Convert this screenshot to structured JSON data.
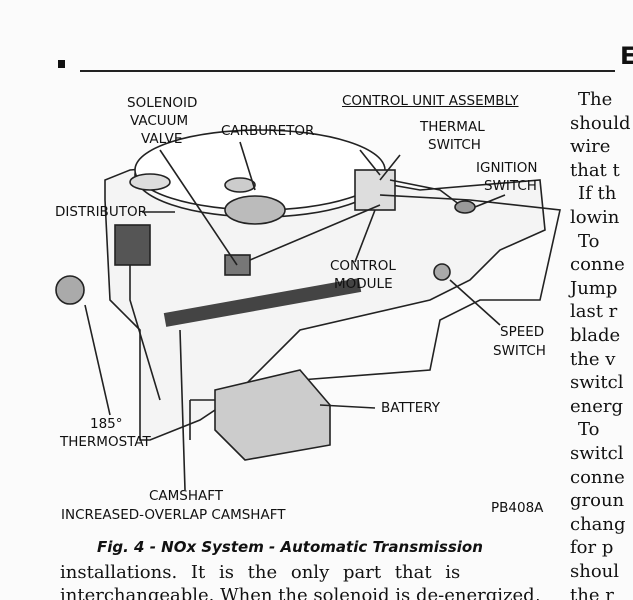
{
  "header": {
    "section_letter": "E"
  },
  "figure": {
    "labels": {
      "solenoid": "SOLENOID",
      "vacuum": "VACUUM",
      "valve": "VALVE",
      "carburetor": "CARBURETOR",
      "control_unit_assembly": "CONTROL UNIT ASSEMBLY",
      "thermal": "THERMAL",
      "thermal_switch": "SWITCH",
      "ignition": "IGNITION",
      "ignition_switch": "SWITCH",
      "distributor": "DISTRIBUTOR",
      "control": "CONTROL",
      "module": "MODULE",
      "speed": "SPEED",
      "speed_switch": "SWITCH",
      "battery": "BATTERY",
      "temp": "185°",
      "thermostat": "THERMOSTAT",
      "camshaft": "CAMSHAFT",
      "increased_overlap": "INCREASED-OVERLAP CAMSHAFT",
      "ref": "PB408A"
    },
    "caption": "Fig. 4 - NOx System - Automatic Transmission"
  },
  "body_lines": [
    "installations.  It  is  the  only  part  that  is",
    "interchangeable. When the solenoid is de-energized,"
  ],
  "right_column": [
    "The",
    "should",
    "wire",
    "that t",
    "If th",
    "lowin",
    "To",
    "conne",
    "Jump",
    "last r",
    "blade",
    "the v",
    "switcl",
    "energ",
    "To",
    "switcl",
    "conne",
    "groun",
    "chang",
    "for p",
    "shoul",
    "the r"
  ]
}
